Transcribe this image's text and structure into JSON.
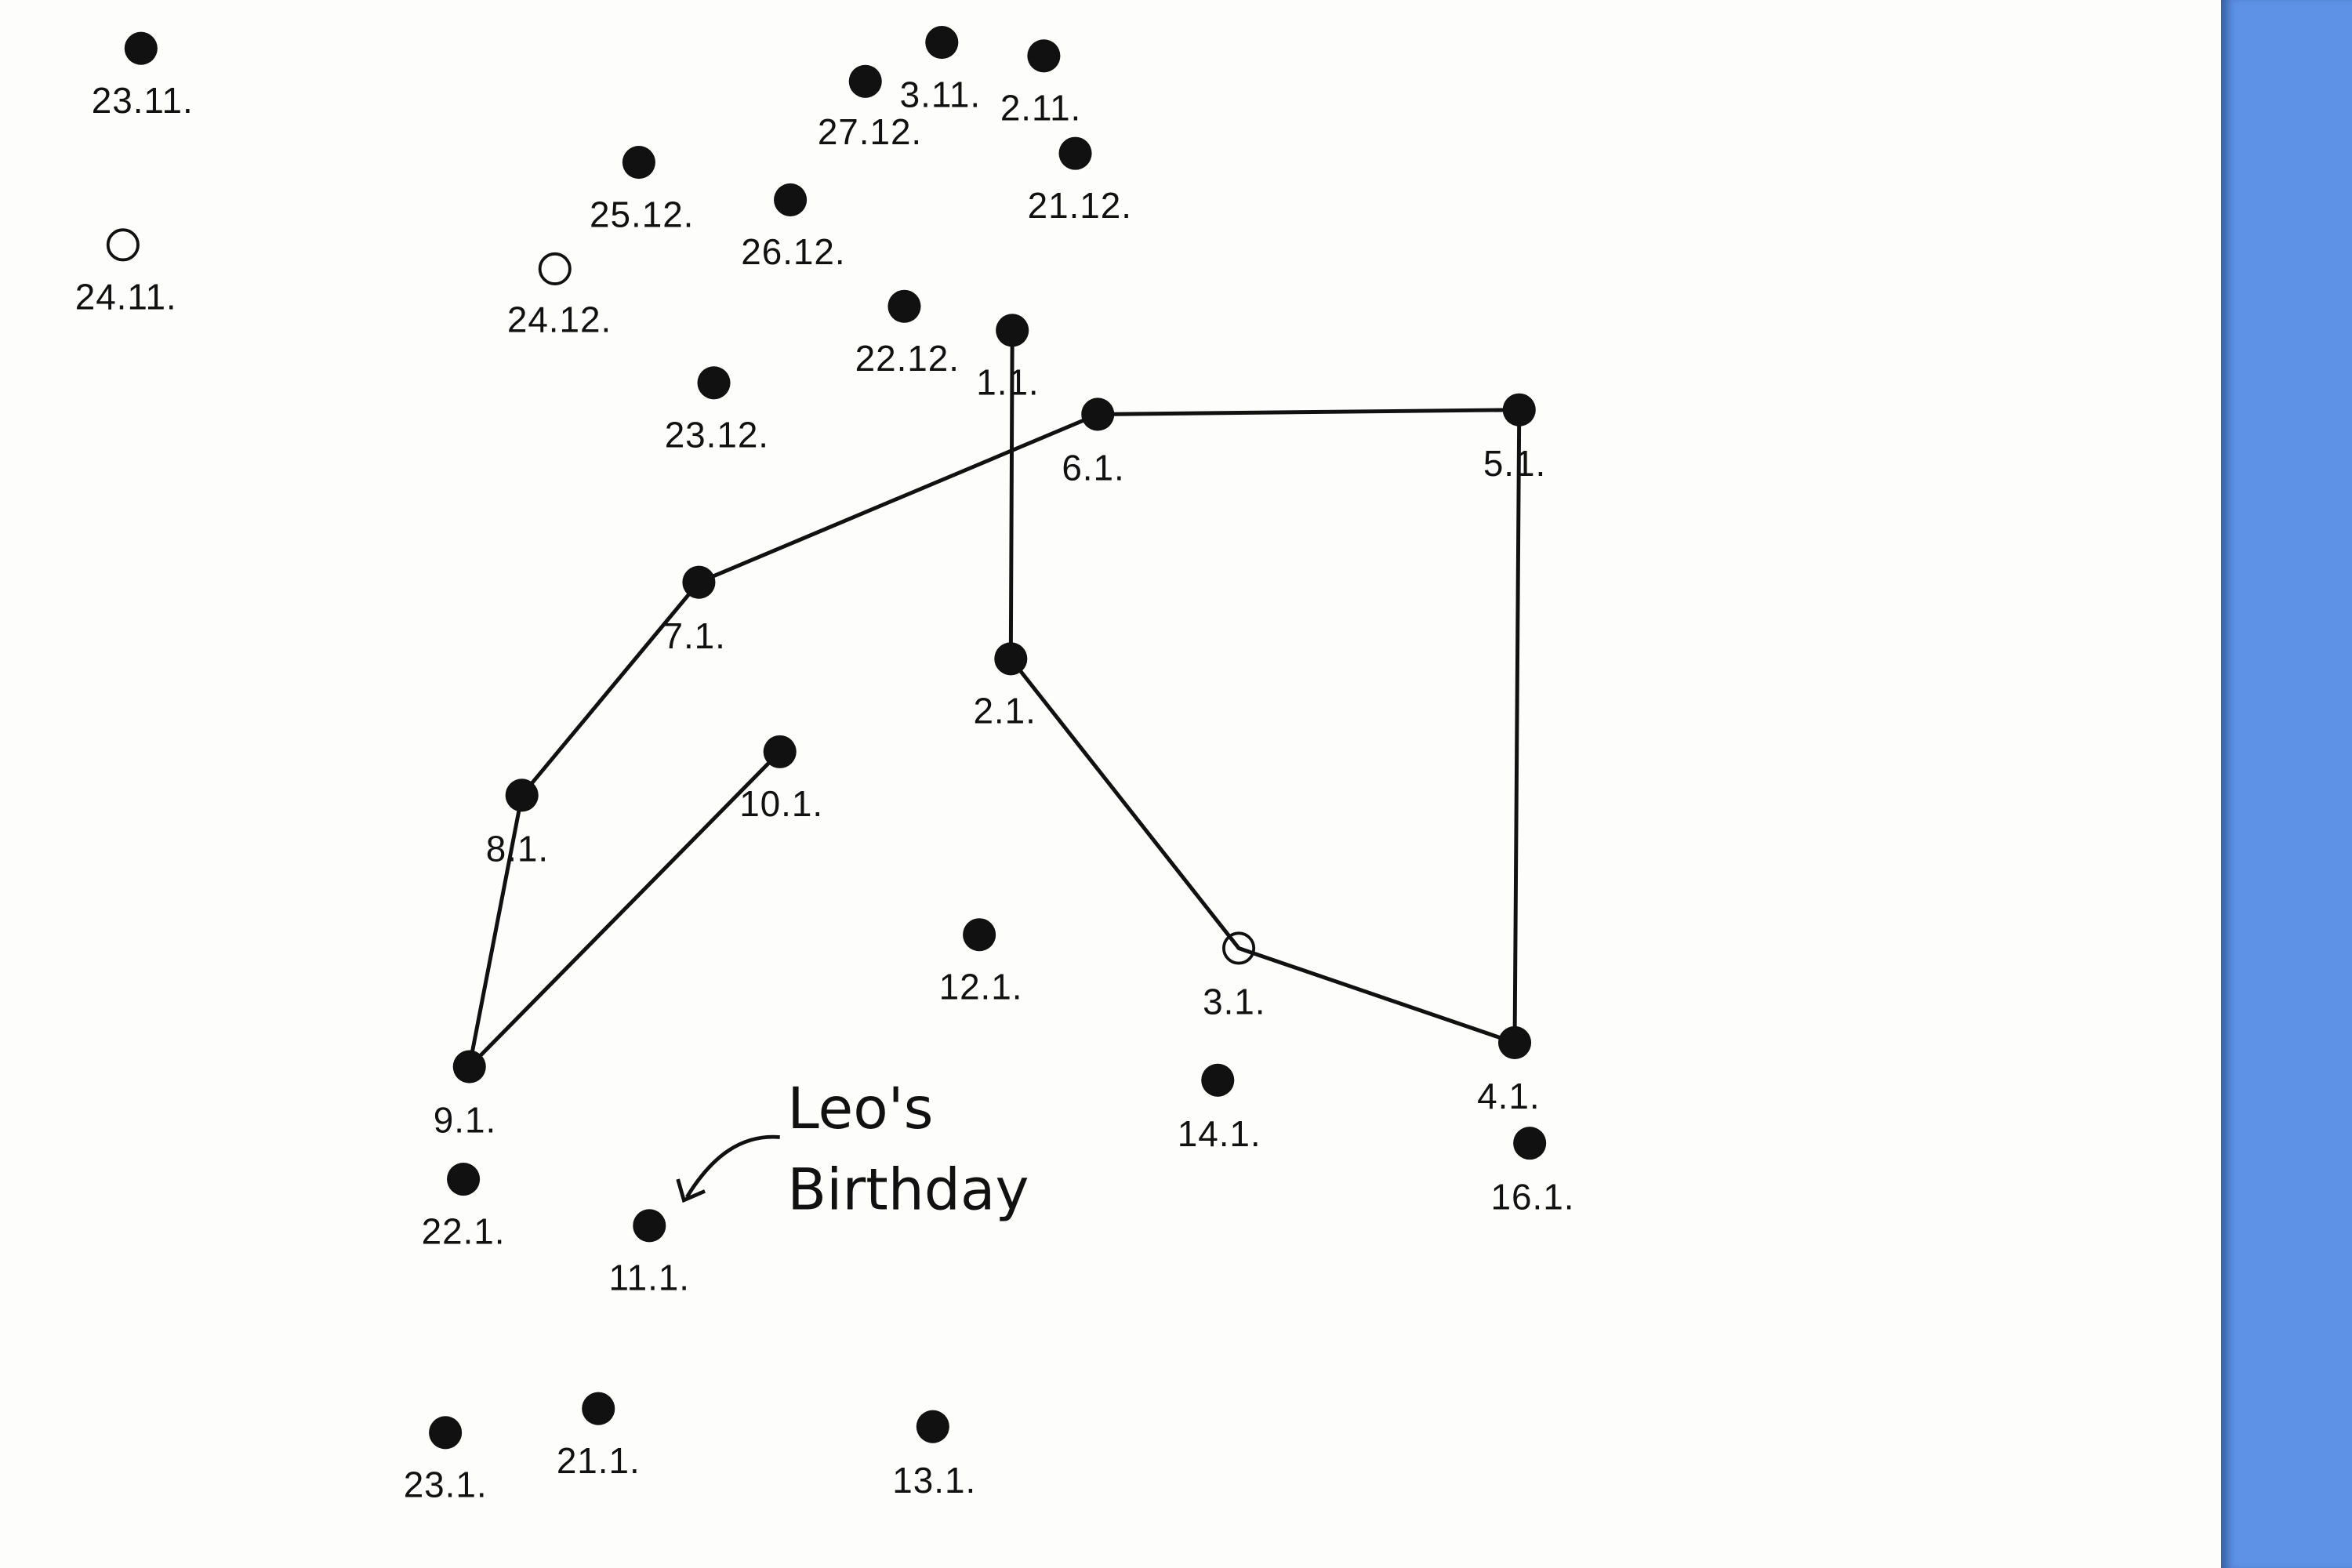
{
  "points": [
    {
      "label": "23.11.",
      "filled": true
    },
    {
      "label": "24.11.",
      "filled": false
    },
    {
      "label": "3.11.",
      "filled": true
    },
    {
      "label": "2.11.",
      "filled": true
    },
    {
      "label": "27.12.",
      "filled": true
    },
    {
      "label": "21.12.",
      "filled": true
    },
    {
      "label": "25.12.",
      "filled": true
    },
    {
      "label": "26.12.",
      "filled": true
    },
    {
      "label": "24.12.",
      "filled": false
    },
    {
      "label": "22.12.",
      "filled": true
    },
    {
      "label": "1.1.",
      "filled": true
    },
    {
      "label": "23.12.",
      "filled": true
    },
    {
      "label": "6.1.",
      "filled": true
    },
    {
      "label": "5.1.",
      "filled": true
    },
    {
      "label": "7.1.",
      "filled": true
    },
    {
      "label": "2.1.",
      "filled": true
    },
    {
      "label": "10.1.",
      "filled": true
    },
    {
      "label": "8.1.",
      "filled": true
    },
    {
      "label": "12.1.",
      "filled": true
    },
    {
      "label": "3.1.",
      "filled": false
    },
    {
      "label": "4.1.",
      "filled": true
    },
    {
      "label": "9.1.",
      "filled": true
    },
    {
      "label": "14.1.",
      "filled": true
    },
    {
      "label": "16.1.",
      "filled": true
    },
    {
      "label": "22.1.",
      "filled": true
    },
    {
      "label": "11.1.",
      "filled": true
    },
    {
      "label": "23.1.",
      "filled": true
    },
    {
      "label": "21.1.",
      "filled": true
    },
    {
      "label": "13.1.",
      "filled": true
    }
  ],
  "connected_path": [
    "1.1.",
    "2.1.",
    "3.1.",
    "4.1.",
    "5.1.",
    "6.1.",
    "7.1.",
    "8.1.",
    "9.1.",
    "10.1."
  ],
  "annotation": {
    "line1": "Leo's",
    "line2": "Birthday",
    "points_to": "11.1."
  },
  "colors": {
    "side_panel": "#5e92e6",
    "ink": "#111111",
    "paper": "#fdfdfc"
  }
}
